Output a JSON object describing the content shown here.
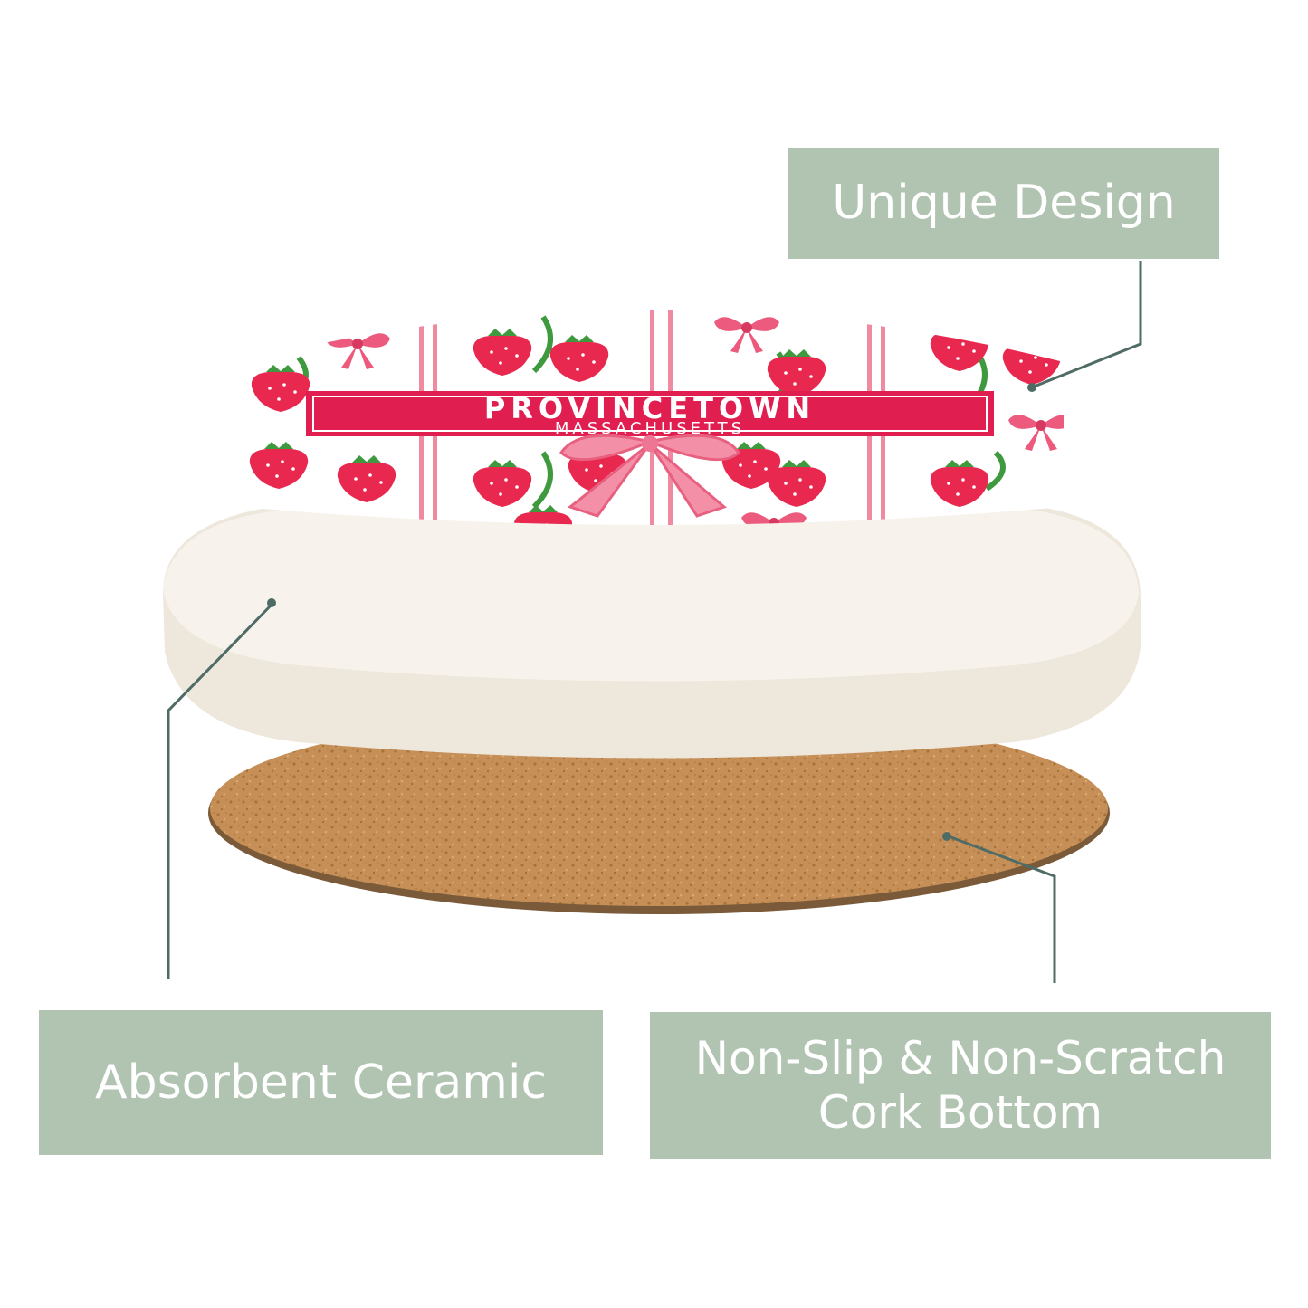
{
  "labels": {
    "unique_design": "Unique Design",
    "absorbent_ceramic": "Absorbent Ceramic",
    "cork_line1": "Non-Slip & Non-Scratch",
    "cork_line2": "Cork Bottom"
  },
  "coaster": {
    "title": "PROVINCETOWN",
    "subtitle": "MASSACHUSETTS"
  },
  "colors": {
    "label_bg": "#b1c4b2",
    "leader_line": "#4f6b66",
    "strawberry": "#e8284f",
    "banner": "#e01e50",
    "stripe": "#f08aa0",
    "leaf": "#3f9a3f",
    "cork": "#c08a52",
    "ceramic": "#f6f2ea"
  }
}
